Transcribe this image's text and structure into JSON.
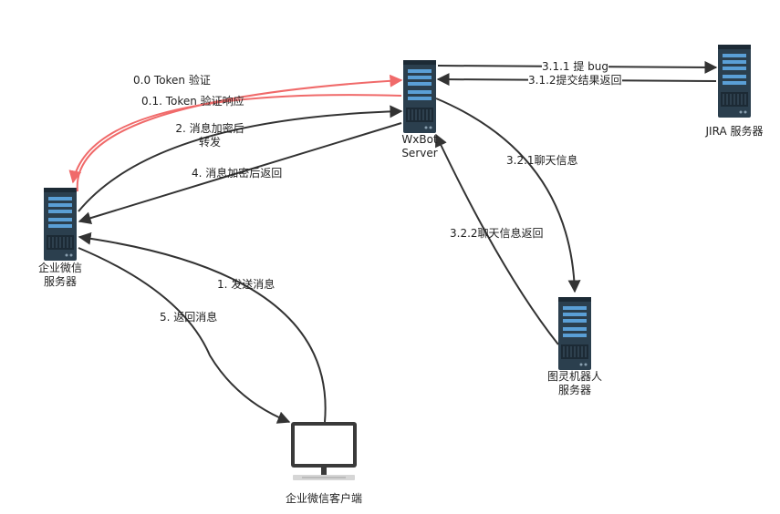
{
  "colors": {
    "arrow_dark": "#333333",
    "arrow_red": "#f06a6a",
    "server_body": "#2b3f4e",
    "server_accent": "#5a9fd6",
    "server_dark": "#1c2a35",
    "monitor_frame": "#3a3a3a",
    "monitor_screen": "#ffffff",
    "monitor_stand": "#d6d6d6"
  },
  "nodes": {
    "wxbot": {
      "label": "WxBot\nServer",
      "icon": "server-icon"
    },
    "jira": {
      "label": "JIRA 服务器",
      "icon": "server-icon"
    },
    "wechat_enterprise": {
      "label": "企业微信\n服务器",
      "icon": "server-icon"
    },
    "tuling": {
      "label": "图灵机器人\n服务器",
      "icon": "server-icon"
    },
    "client": {
      "label": "企业微信客户端",
      "icon": "monitor-icon"
    }
  },
  "edges": {
    "token_verify": "0.0 Token 验证",
    "token_response": "0.1. Token 验证响应",
    "encrypted_forward": "2. 消息加密后\n转发",
    "encrypted_return": "4. 消息加密后返回",
    "submit_bug": "3.1.1 提 bug",
    "submit_result": "3.1.2提交结果返回",
    "chat_info": "3.2.1聊天信息",
    "chat_info_return": "3.2.2聊天信息返回",
    "send_message": "1. 发送消息",
    "return_message": "5. 返回消息"
  }
}
